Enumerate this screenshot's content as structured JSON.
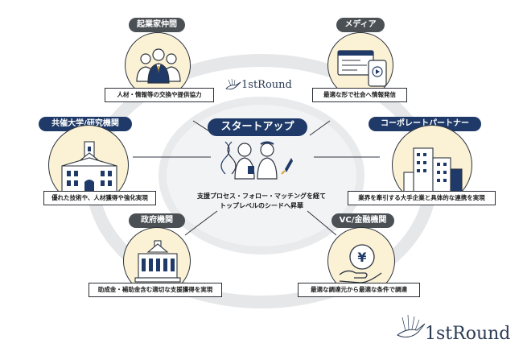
{
  "center": {
    "title": "スタートアップ",
    "line1": "支援プロセス・フォロー・マッチングを経て",
    "line2": "トップレベルのシードへ昇華"
  },
  "nodes": {
    "entrepreneurs": {
      "label": "起業家仲間",
      "caption": "人材・情報等の交換や提供協力",
      "icon": "people-icon"
    },
    "media": {
      "label": "メディア",
      "caption": "最適な形で社会へ情報発信",
      "icon": "media-icon"
    },
    "universities": {
      "label": "共催大学/研究機関",
      "caption": "優れた技術や、人材獲得や強化実現",
      "icon": "university-icon"
    },
    "corporate": {
      "label": "コーポレートパートナー",
      "caption": "業界を牽引する大手企業と具体的な連携を実現",
      "icon": "buildings-icon"
    },
    "government": {
      "label": "政府機関",
      "caption": "助成金・補助金含む適切な支援獲得を実現",
      "icon": "government-icon"
    },
    "vc": {
      "label": "VC/金融機関",
      "caption": "最適な調達元から最適な条件で調達",
      "icon": "yen-coin-icon"
    }
  },
  "logo_small": "1stRound",
  "logo_large": "1stRound",
  "colors": {
    "navy": "#1f3a68",
    "gray_pill": "#4b5055",
    "cream": "#fbf1d4",
    "ring": "#e4e5e7"
  }
}
